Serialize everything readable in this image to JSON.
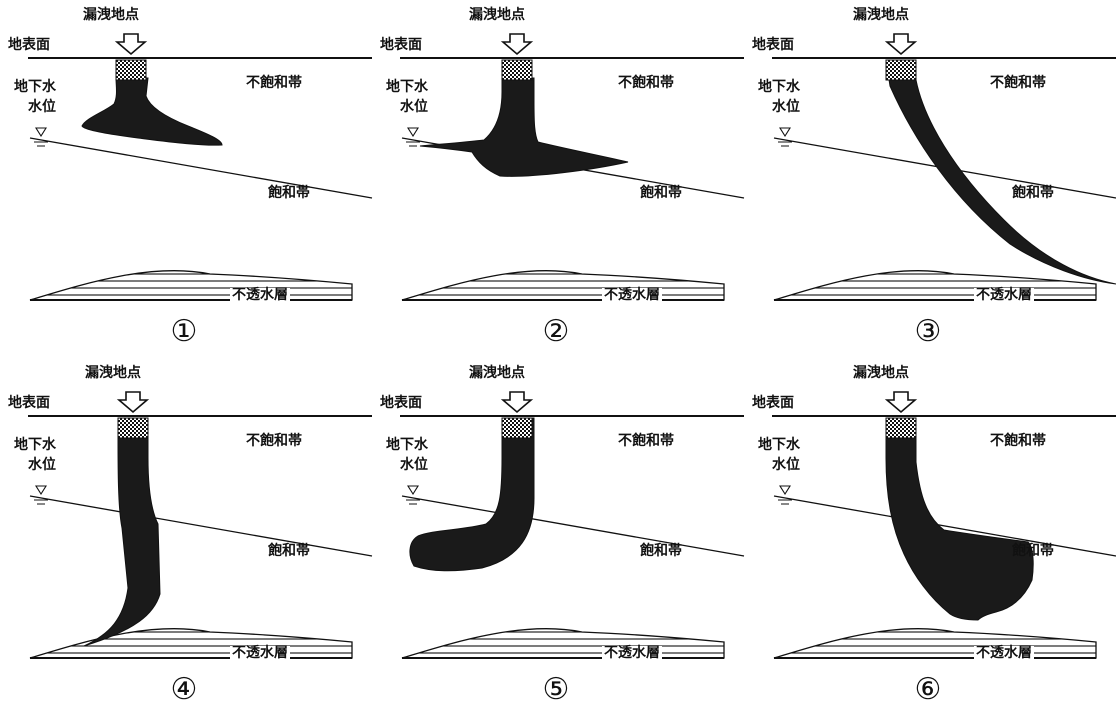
{
  "labels": {
    "leak_point": "漏洩地点",
    "ground_surface": "地表面",
    "groundwater_level_line1": "地下水",
    "groundwater_level_line2": "水位",
    "unsaturated_zone": "不飽和帯",
    "saturated_zone": "飽和帯",
    "impermeable_layer": "不透水層"
  },
  "panels": [
    {
      "number": "①"
    },
    {
      "number": "②"
    },
    {
      "number": "③"
    },
    {
      "number": "④"
    },
    {
      "number": "⑤"
    },
    {
      "number": "⑥"
    }
  ],
  "colors": {
    "ink": "#111111",
    "plume": "#1a1a1a",
    "background": "#ffffff"
  }
}
